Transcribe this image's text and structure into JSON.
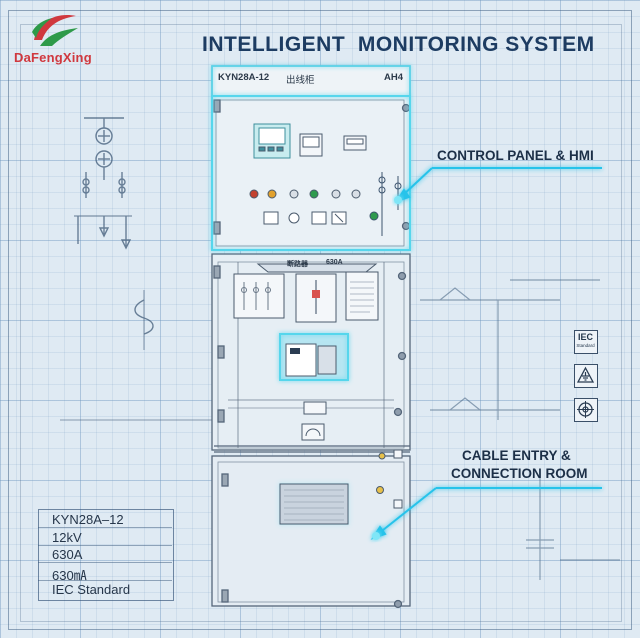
{
  "brand": {
    "name": "DaFengXing",
    "accent_red": "#d0383e",
    "accent_green": "#2e9a49"
  },
  "title": "INTELLIGENT  MONITORING SYSTEM",
  "cabinet": {
    "model": "KYN28A-12",
    "name_cn": "出线柜",
    "code": "AH4",
    "breaker_label": "断路器",
    "breaker_rating": "630A"
  },
  "callouts": {
    "control_panel": "CONTROL PANEL & HMI",
    "cable_line1": "CABLE ENTRY &",
    "cable_line2": "CONNECTION ROOM"
  },
  "specs": [
    "KYN28A–12",
    "12kV",
    "630A",
    "630㎃",
    "IEC Standard"
  ],
  "standards": {
    "iec_label": "IEC",
    "iec_sub": "Standard",
    "icons": [
      "iec-standard-icon",
      "ground-warning-icon",
      "target-icon"
    ]
  },
  "colors": {
    "title": "#1d3c62",
    "callout_arrow": "#27c3ea",
    "cabinet_glow": "#57d6ec"
  }
}
